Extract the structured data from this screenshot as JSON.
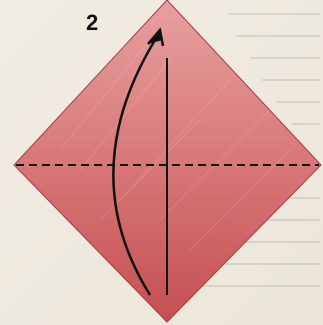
{
  "diagram": {
    "step_number": "2",
    "paper_color": "#c95a5c",
    "paper_light_color": "#e7a0a0",
    "line_color": "#111111",
    "background_color": "#f4f1ea",
    "elements": [
      "diamond-paper",
      "horizontal-fold-line",
      "vertical-crease-line",
      "fold-arrow"
    ]
  }
}
